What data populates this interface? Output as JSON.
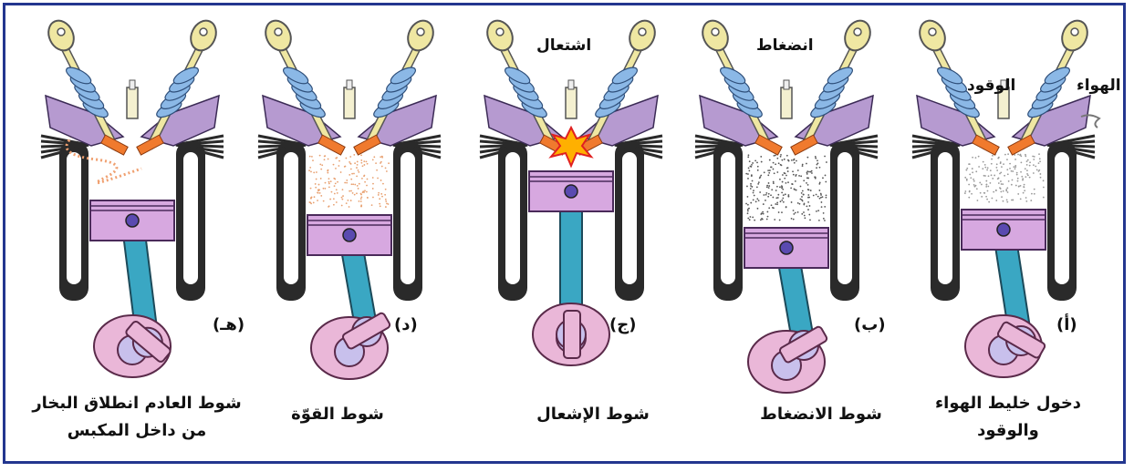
{
  "colors": {
    "border": "#23368f",
    "piston": "#d7a8e0",
    "rod": "#3aa7c3",
    "crank": "#eab7d8",
    "valve_stem": "#efe7a2",
    "spring": "#8bb8e6",
    "valve_face": "#f07a2e",
    "cylinder": "#2a2a2a",
    "head": "#b69ad0"
  },
  "labels": {
    "air": "الهواء",
    "fuel": "الوقود",
    "compression": "انضغاط",
    "ignition": "اشتعال"
  },
  "stages": [
    {
      "tag": "(أ)",
      "caption_line1": "دخول خليط الهواء",
      "caption_line2": "والوقود"
    },
    {
      "tag": "(ب)",
      "caption_line1": "شوط الانضغاط",
      "caption_line2": ""
    },
    {
      "tag": "(ج)",
      "caption_line1": "شوط الإشعال",
      "caption_line2": ""
    },
    {
      "tag": "(د)",
      "caption_line1": "شوط القوّة",
      "caption_line2": ""
    },
    {
      "tag": "(هـ)",
      "caption_line1": "شوط العادم انطلاق البخار",
      "caption_line2": "من داخل المكبس"
    }
  ]
}
